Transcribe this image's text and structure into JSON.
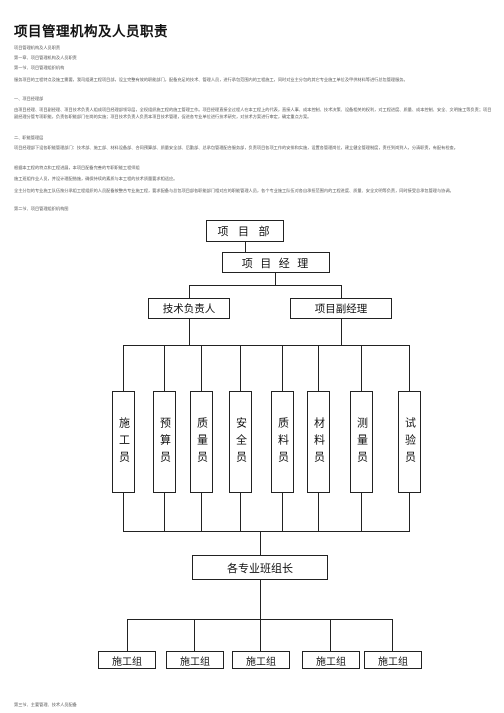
{
  "document": {
    "title": "项目管理机构及人员职责",
    "paragraphs": [
      "项目管理机构及人员职责",
      "第一章、项目管理机构及人员职责",
      "第一节、项目管理组织机构",
      "服务项目的工程特点及施工需要，我司组建工程项目部，设立完整有效的职能部门，配备充足的技术、管理人员，进行承包范围内的工程施工，同时对业主分包的其它专业施工单位及甲供材料等进行总包管理服务。",
      "一、项目经理部",
      "由项目经理、项目副经理、项目技术负责人组成项目经理部领导层，全权组织施工程的施工管理工作。项目经理直接全过程人在本工程上的代表，直接人事、成本控制、技术决策、设备相关的权利，对工程进度、质量、成本控制、安全、文明施工等负责；项目副经理分管专项职能，负责各职能部门在岗的实施；项目技术负责人负责本项目技术管理，促进各专业单位进行技术研究，对技术方案进行审定，确定重点方案。",
      "二、职能管理层",
      "项目经理部下设各职能管理部门：技术部、施工部、材料设备部、合同预算部、质量安全部、后勤部、总承包管理配合服务部，负责项目各项工作的安排和实施，设置各管理岗位，建立健全管理制度，责任到岗到人，分清职责，有配有检查。",
      "根据本工程的特点和工程进展，本项目配备完善的专职职能工程师组",
      "施工班组作业人员，并设计理配措施，确保持续的素质与本工程的技术质量要求相适应。",
      "全主分包的专业施工队伍按分承组工程组织的人员配备按整合专业施工程，要求配备与总包项目部各职能部门相对应的职能管理人员，各个专业施工队伍对各自承担范围内的工程进度、质量、安全文明等负责，同时接受总承包管理与协调。",
      "第二节、项目管理组织机构图"
    ],
    "footer_text": "第三节、主要管理、技术人员配备"
  },
  "org_chart": {
    "top": "项 目 部",
    "manager": "项 目 经 理",
    "tech_lead": "技术负责人",
    "deputy": "项目副经理",
    "staff": [
      "施工员",
      "预算员",
      "质量员",
      "安全员",
      "质料员",
      "材料员",
      "测量员",
      "试验员"
    ],
    "team_leader": "各专业班组长",
    "teams": [
      "施工组",
      "施工组",
      "施工组",
      "施工组",
      "施工组"
    ]
  }
}
